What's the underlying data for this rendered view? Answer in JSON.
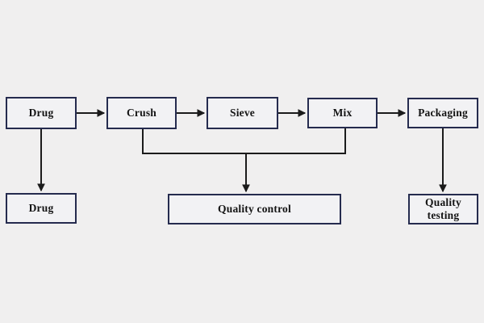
{
  "diagram": {
    "type": "flowchart",
    "background_color": "#f0efef",
    "node_fill_color": "#f2f2f4",
    "node_border_color": "#252b4e",
    "line_color": "#1b1b1b",
    "text_color": "#141414",
    "nodes": [
      {
        "id": "drug-source",
        "label": "Drug"
      },
      {
        "id": "crush",
        "label": "Crush"
      },
      {
        "id": "sieve",
        "label": "Sieve"
      },
      {
        "id": "mix",
        "label": "Mix"
      },
      {
        "id": "packaging",
        "label": "Packaging"
      },
      {
        "id": "drug-store",
        "label": "Drug"
      },
      {
        "id": "quality-control",
        "label": "Quality control"
      },
      {
        "id": "quality-testing",
        "label": "Quality\ntesting"
      }
    ],
    "edges": [
      {
        "from": "drug-source",
        "to": "crush",
        "style": "arrow"
      },
      {
        "from": "crush",
        "to": "sieve",
        "style": "arrow"
      },
      {
        "from": "sieve",
        "to": "mix",
        "style": "arrow"
      },
      {
        "from": "mix",
        "to": "packaging",
        "style": "arrow"
      },
      {
        "from": "drug-source",
        "to": "drug-store",
        "style": "arrow"
      },
      {
        "from": "crush",
        "to": "quality-control",
        "style": "merged-arrow"
      },
      {
        "from": "mix",
        "to": "quality-control",
        "style": "merged-arrow"
      },
      {
        "from": "packaging",
        "to": "quality-testing",
        "style": "arrow"
      }
    ]
  }
}
